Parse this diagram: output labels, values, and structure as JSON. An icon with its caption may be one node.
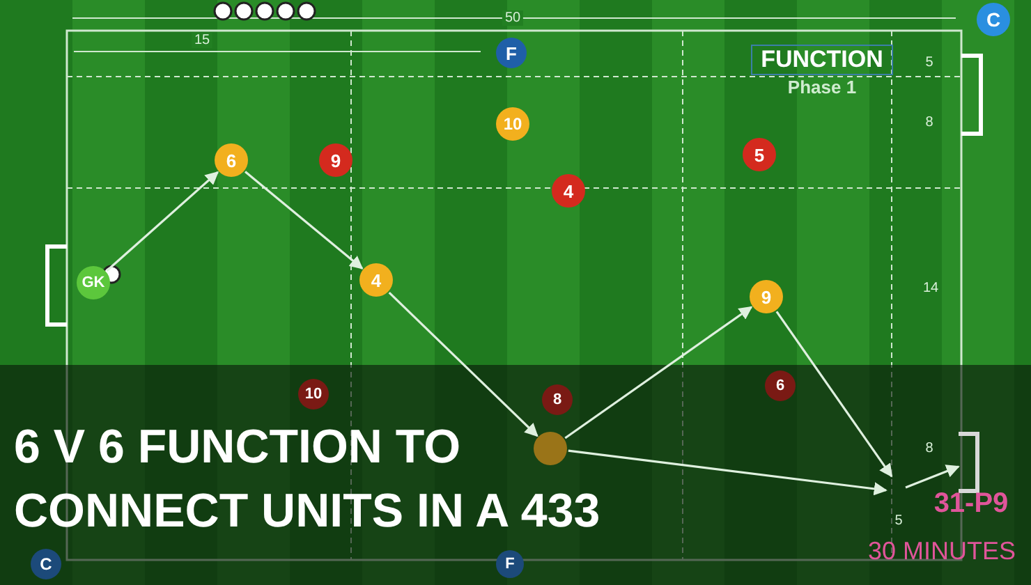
{
  "diagram": {
    "title": "6 V 6 FUNCTION TO CONNECT UNITS IN A 433",
    "nodes": [
      {
        "text": [
          "GK"
        ]
      },
      {
        "text": [
          "6"
        ]
      },
      {
        "text": [
          "9"
        ]
      },
      {
        "text": [
          "10"
        ]
      },
      {
        "text": [
          "4"
        ]
      },
      {
        "text": [
          "5"
        ]
      },
      {
        "text": [
          "4"
        ]
      },
      {
        "text": [
          "9"
        ]
      },
      {
        "text": [
          "10"
        ]
      },
      {
        "text": [
          "8"
        ]
      },
      {
        "text": [],
        "shape": "circle"
      },
      {
        "text": [
          "6"
        ]
      },
      {
        "text": [
          "F"
        ]
      },
      {
        "text": [
          "C"
        ]
      },
      {
        "text": [
          "C"
        ]
      },
      {
        "text": [
          "F"
        ]
      },
      {
        "text": [
          "FUNCTION",
          "Phase 1"
        ]
      },
      {
        "text": [],
        "shape": "box"
      }
    ],
    "edges": [
      {
        "from": 0,
        "to": 1,
        "arrow": "to"
      },
      {
        "from": 1,
        "to": 6,
        "arrow": "to"
      },
      {
        "from": 6,
        "to": 10,
        "arrow": "to"
      },
      {
        "from": 10,
        "to": 7,
        "arrow": "to"
      },
      {
        "from": 10,
        "to": null,
        "arrow": "to"
      },
      {
        "from": 7,
        "to": null,
        "arrow": "to"
      },
      {
        "from": null,
        "to": 17,
        "arrow": "to"
      }
    ],
    "labels": [
      "50",
      "15",
      "5",
      "8",
      "14",
      "8",
      "5",
      "31-P9",
      "30 MINUTES"
    ]
  }
}
